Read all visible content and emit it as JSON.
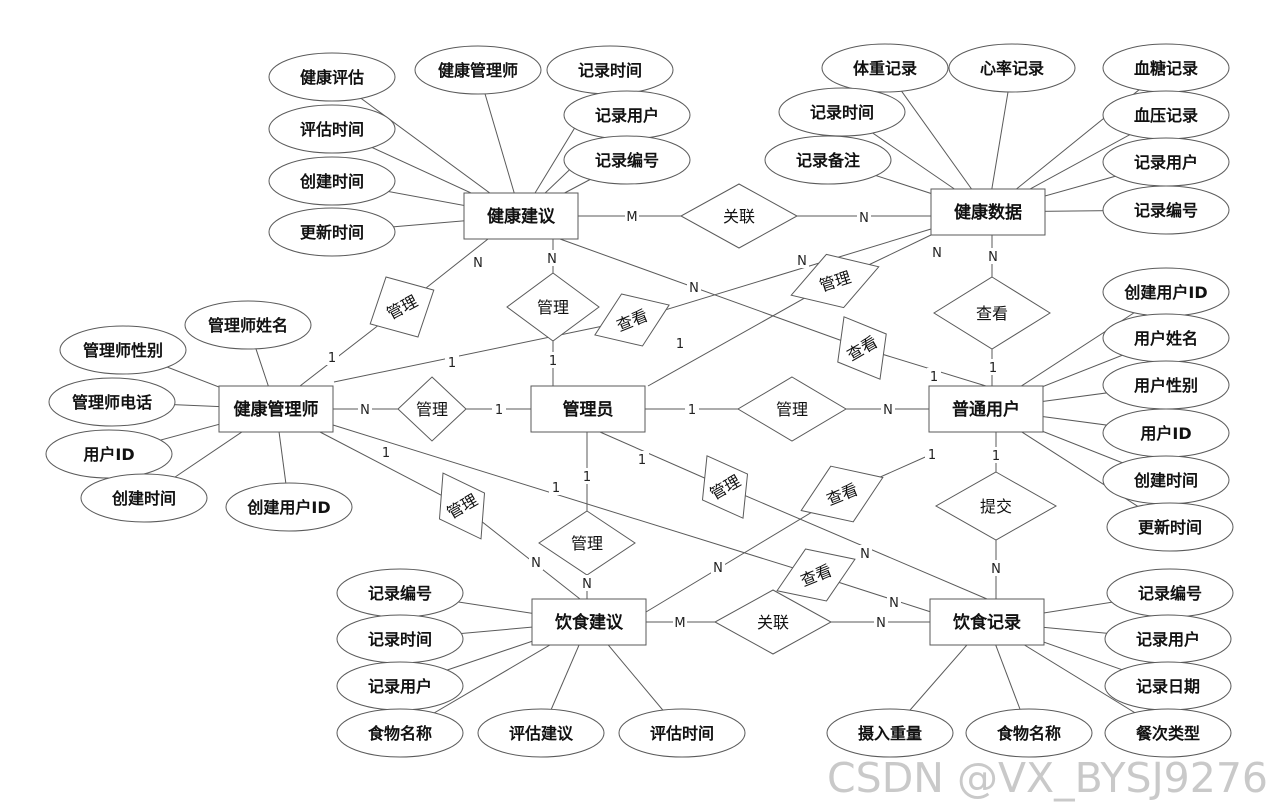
{
  "entities": [
    {
      "id": "jkjy",
      "label": "健康建议"
    },
    {
      "id": "jksj",
      "label": "健康数据"
    },
    {
      "id": "jkgls",
      "label": "健康管理师"
    },
    {
      "id": "gly",
      "label": "管理员"
    },
    {
      "id": "ptyh",
      "label": "普通用户"
    },
    {
      "id": "ysjy",
      "label": "饮食建议"
    },
    {
      "id": "ysjl",
      "label": "饮食记录"
    }
  ],
  "attributes": [
    {
      "entity": "jkjy",
      "label": "健康评估"
    },
    {
      "entity": "jkjy",
      "label": "健康管理师"
    },
    {
      "entity": "jkjy",
      "label": "记录时间"
    },
    {
      "entity": "jkjy",
      "label": "记录用户"
    },
    {
      "entity": "jkjy",
      "label": "记录编号"
    },
    {
      "entity": "jkjy",
      "label": "评估时间"
    },
    {
      "entity": "jkjy",
      "label": "创建时间"
    },
    {
      "entity": "jkjy",
      "label": "更新时间"
    },
    {
      "entity": "jksj",
      "label": "体重记录"
    },
    {
      "entity": "jksj",
      "label": "心率记录"
    },
    {
      "entity": "jksj",
      "label": "血糖记录"
    },
    {
      "entity": "jksj",
      "label": "记录时间"
    },
    {
      "entity": "jksj",
      "label": "血压记录"
    },
    {
      "entity": "jksj",
      "label": "记录备注"
    },
    {
      "entity": "jksj",
      "label": "记录用户"
    },
    {
      "entity": "jksj",
      "label": "记录编号"
    },
    {
      "entity": "ptyh",
      "label": "创建用户ID"
    },
    {
      "entity": "ptyh",
      "label": "用户姓名"
    },
    {
      "entity": "ptyh",
      "label": "用户性别"
    },
    {
      "entity": "ptyh",
      "label": "用户ID"
    },
    {
      "entity": "ptyh",
      "label": "创建时间"
    },
    {
      "entity": "ptyh",
      "label": "更新时间"
    },
    {
      "entity": "jkgls",
      "label": "管理师姓名"
    },
    {
      "entity": "jkgls",
      "label": "管理师性别"
    },
    {
      "entity": "jkgls",
      "label": "管理师电话"
    },
    {
      "entity": "jkgls",
      "label": "用户ID"
    },
    {
      "entity": "jkgls",
      "label": "创建时间"
    },
    {
      "entity": "jkgls",
      "label": "创建用户ID"
    },
    {
      "entity": "ysjy",
      "label": "记录编号"
    },
    {
      "entity": "ysjy",
      "label": "记录时间"
    },
    {
      "entity": "ysjy",
      "label": "记录用户"
    },
    {
      "entity": "ysjy",
      "label": "食物名称"
    },
    {
      "entity": "ysjy",
      "label": "评估建议"
    },
    {
      "entity": "ysjy",
      "label": "评估时间"
    },
    {
      "entity": "ysjl",
      "label": "记录编号"
    },
    {
      "entity": "ysjl",
      "label": "记录用户"
    },
    {
      "entity": "ysjl",
      "label": "记录日期"
    },
    {
      "entity": "ysjl",
      "label": "餐次类型"
    },
    {
      "entity": "ysjl",
      "label": "摄入重量"
    },
    {
      "entity": "ysjl",
      "label": "食物名称"
    }
  ],
  "relationships": [
    {
      "label": "关联",
      "from": "健康建议",
      "to": "健康数据",
      "from_card": "M",
      "to_card": "N"
    },
    {
      "label": "管理",
      "from": "健康管理师",
      "to": "健康建议",
      "from_card": "1",
      "to_card": "N"
    },
    {
      "label": "管理",
      "from": "管理员",
      "to": "健康建议",
      "from_card": "1",
      "to_card": "N"
    },
    {
      "label": "查看",
      "from": "健康管理师",
      "to": "健康数据",
      "from_card": "1",
      "to_card": "N"
    },
    {
      "label": "管理",
      "from": "管理员",
      "to": "健康数据",
      "from_card": "1",
      "to_card": "N"
    },
    {
      "label": "查看",
      "from": "普通用户",
      "to": "健康建议",
      "from_card": "1",
      "to_card": "N"
    },
    {
      "label": "查看",
      "from": "普通用户",
      "to": "健康数据",
      "from_card": "1",
      "to_card": "N"
    },
    {
      "label": "管理",
      "from": "管理员",
      "to": "健康管理师",
      "from_card": "1",
      "to_card": "N"
    },
    {
      "label": "管理",
      "from": "管理员",
      "to": "普通用户",
      "from_card": "1",
      "to_card": "N"
    },
    {
      "label": "管理",
      "from": "健康管理师",
      "to": "饮食建议",
      "from_card": "1",
      "to_card": "N"
    },
    {
      "label": "管理",
      "from": "管理员",
      "to": "饮食建议",
      "from_card": "1",
      "to_card": "N"
    },
    {
      "label": "管理",
      "from": "管理员",
      "to": "饮食记录",
      "from_card": "1",
      "to_card": "N"
    },
    {
      "label": "查看",
      "from": "普通用户",
      "to": "饮食建议",
      "from_card": "1",
      "to_card": "N"
    },
    {
      "label": "查看",
      "from": "健康管理师",
      "to": "饮食记录",
      "from_card": "1",
      "to_card": "N"
    },
    {
      "label": "提交",
      "from": "普通用户",
      "to": "饮食记录",
      "from_card": "1",
      "to_card": "N"
    },
    {
      "label": "关联",
      "from": "饮食建议",
      "to": "饮食记录",
      "from_card": "M",
      "to_card": "N"
    }
  ],
  "watermark": "CSDN @VX_BYSJ9276"
}
